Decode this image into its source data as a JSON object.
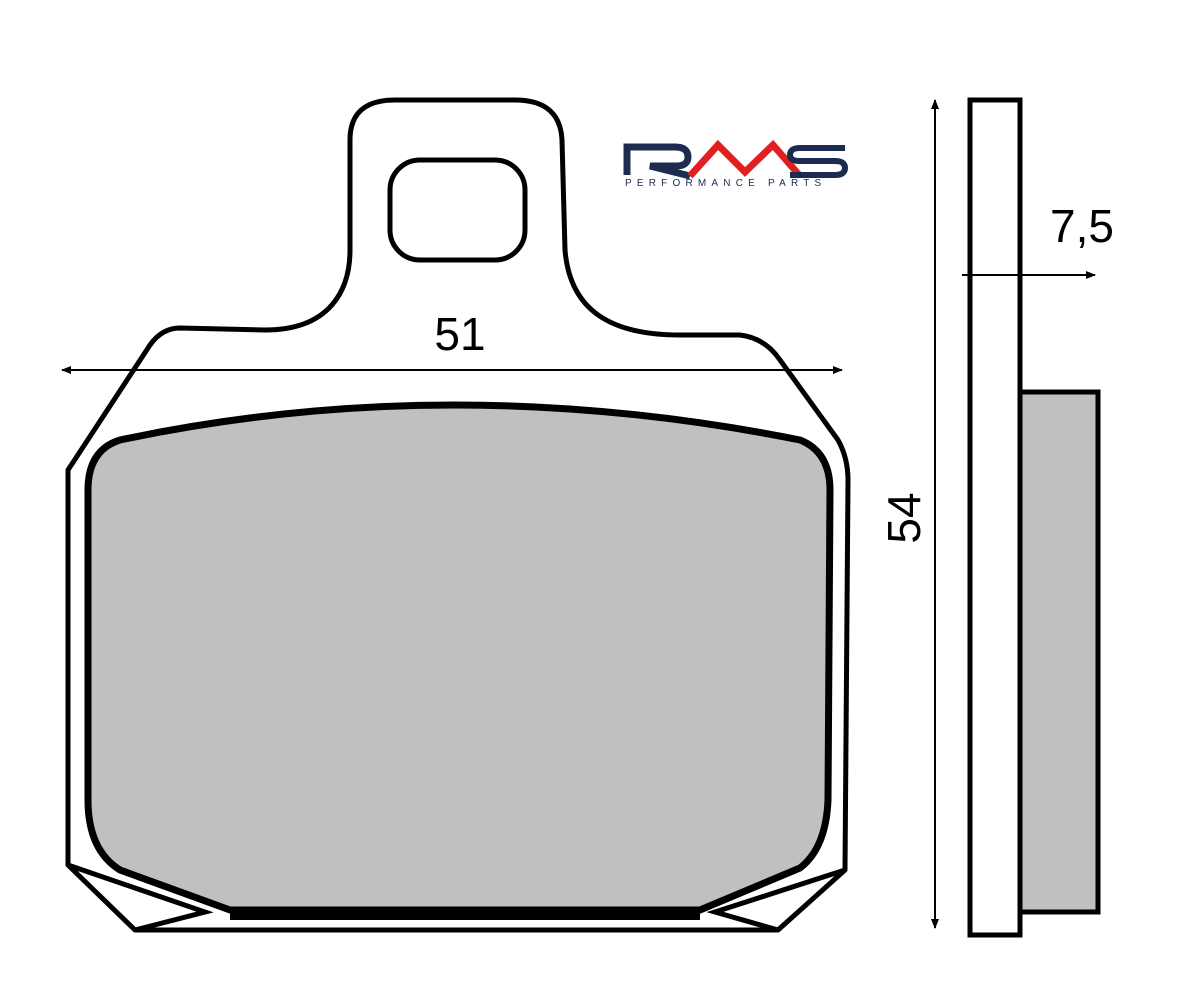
{
  "logo": {
    "brand": "RMS",
    "tagline": "PERFORMANCE PARTS",
    "colors": {
      "primary": "#1c2b4f",
      "accent": "#e02020"
    }
  },
  "dimensions": {
    "width": "51",
    "height": "54",
    "thickness": "7,5"
  },
  "colors": {
    "outline": "#000000",
    "friction_material": "#c0c0c0"
  }
}
